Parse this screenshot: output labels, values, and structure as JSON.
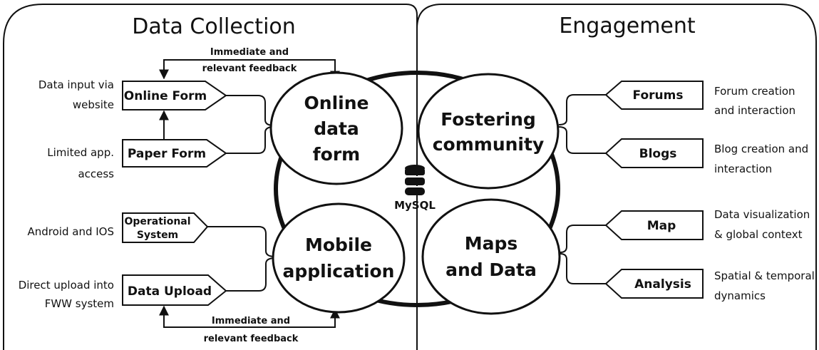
{
  "left_panel": {
    "title": "Data Collection"
  },
  "right_panel": {
    "title": "Engagement"
  },
  "feedback_top": {
    "line1": "Immediate and",
    "line2": "relevant feedback"
  },
  "feedback_bottom": {
    "line1": "Immediate and",
    "line2": "relevant feedback"
  },
  "circles": {
    "online": {
      "line1": "Online",
      "line2": "data",
      "line3": "form"
    },
    "mobile": {
      "line1": "Mobile",
      "line2": "application"
    },
    "community": {
      "line1": "Fostering",
      "line2": "community"
    },
    "maps": {
      "line1": "Maps",
      "line2": "and Data"
    }
  },
  "database": {
    "icon": "database-icon",
    "label": "MySQL"
  },
  "left_boxes": {
    "online_form": {
      "label": "Online Form",
      "desc_line1": "Data input via",
      "desc_line2": "website"
    },
    "paper_form": {
      "label": "Paper Form",
      "desc_line1": "Limited app.",
      "desc_line2": "access"
    },
    "operational": {
      "label_line1": "Operational",
      "label_line2": "System",
      "desc_line1": "Android and IOS"
    },
    "data_upload": {
      "label": "Data Upload",
      "desc_line1": "Direct upload into",
      "desc_line2": "FWW system"
    }
  },
  "right_boxes": {
    "forums": {
      "label": "Forums",
      "desc_line1": "Forum creation",
      "desc_line2": "and interaction"
    },
    "blogs": {
      "label": "Blogs",
      "desc_line1": "Blog creation and",
      "desc_line2": "interaction"
    },
    "map": {
      "label": "Map",
      "desc_line1": "Data visualization",
      "desc_line2": "& global context"
    },
    "analysis": {
      "label": "Analysis",
      "desc_line1": "Spatial & temporal",
      "desc_line2": "dynamics"
    }
  }
}
